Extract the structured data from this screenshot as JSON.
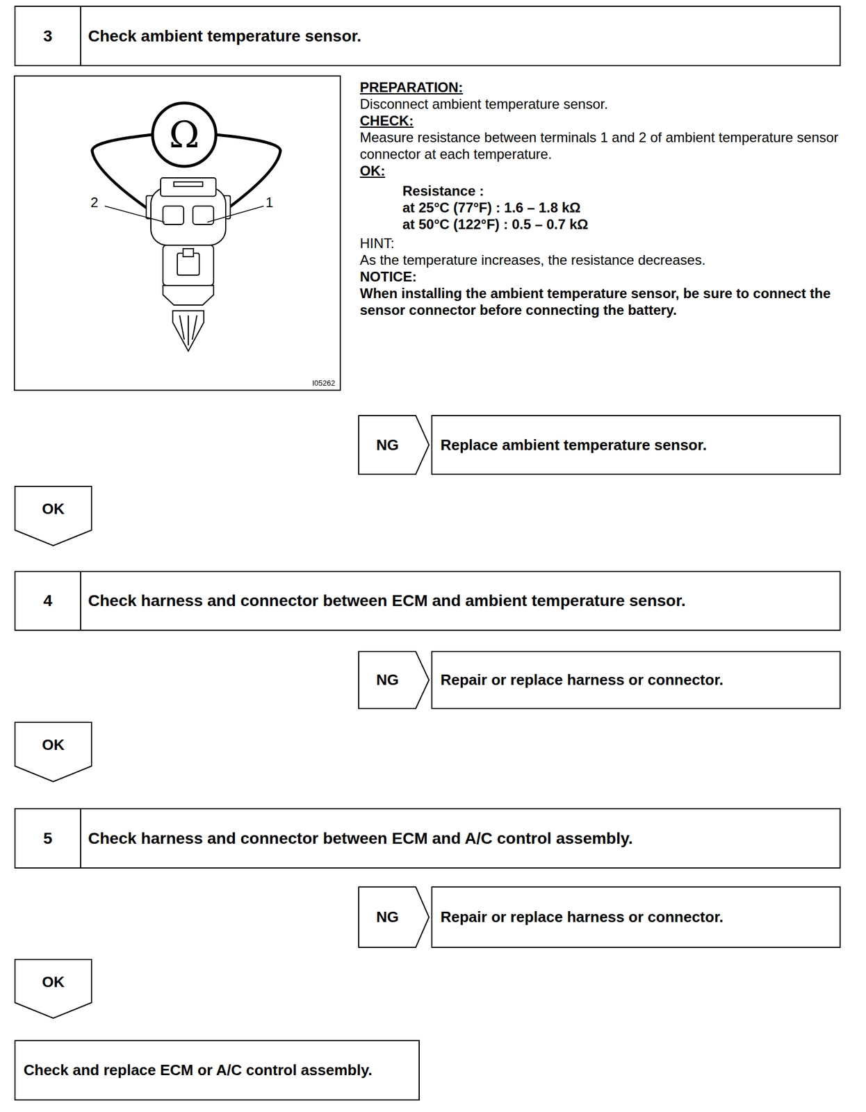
{
  "diagram": {
    "nodes": [
      {
        "text": [
          "3",
          "Check ambient temperature sensor."
        ]
      },
      {
        "text": [
          "NG"
        ]
      },
      {
        "text": [
          "Replace ambient temperature sensor."
        ]
      },
      {
        "text": [
          "OK"
        ]
      },
      {
        "text": [
          "4",
          "Check harness and connector between ECM and ambient temperature sensor."
        ]
      },
      {
        "text": [
          "NG"
        ]
      },
      {
        "text": [
          "Repair or replace harness or connector."
        ]
      },
      {
        "text": [
          "OK"
        ]
      },
      {
        "text": [
          "5",
          "Check harness and connector between ECM and A/C control assembly."
        ]
      },
      {
        "text": [
          "NG"
        ]
      },
      {
        "text": [
          "Repair or replace harness or connector."
        ]
      },
      {
        "text": [
          "OK"
        ]
      },
      {
        "text": [
          "Check and replace ECM or A/C control assembly."
        ]
      }
    ],
    "labels": [
      "Ω",
      "2",
      "1",
      "I05262",
      "PREPARATION:",
      "Disconnect ambient temperature sensor.",
      "CHECK:",
      "Measure resistance between terminals 1 and 2 of ambient temperature sensor connector at each temperature.",
      "OK:",
      "Resistance :",
      "at 25°C (77°F) : 1.6 – 1.8 kΩ",
      "at 50°C (122°F) : 0.5 – 0.7 kΩ",
      "HINT:",
      "As the temperature increases, the resistance decreases.",
      "NOTICE:",
      "When installing the ambient temperature sensor, be sure to connect the sensor connector before connecting the battery."
    ]
  }
}
